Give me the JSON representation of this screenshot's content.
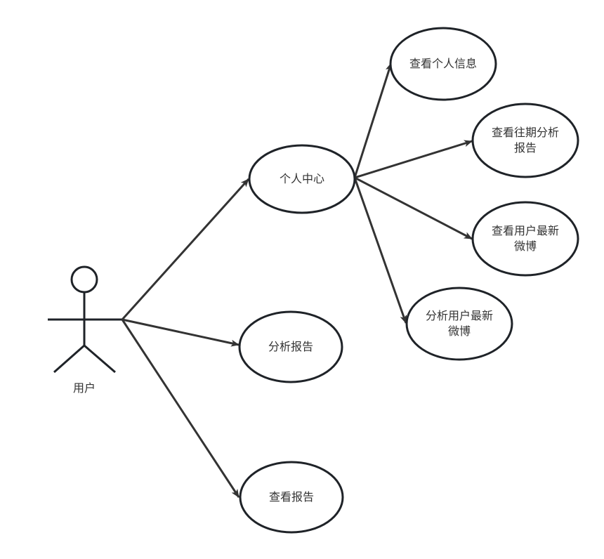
{
  "diagram": {
    "type": "use-case",
    "stroke_color": "#1f2328",
    "arrow_color": "#333333",
    "actor": {
      "label": "用户"
    },
    "use_cases": {
      "personal_center": "个人中心",
      "analysis_report": "分析报告",
      "view_report": "查看报告",
      "view_personal_info": "查看个人信息",
      "view_past_reports": "查看往期分析\n报告",
      "view_latest_weibo": "查看用户最新\n微博",
      "analyze_latest_weibo": "分析用户最新\n微博"
    },
    "relations": [
      {
        "from": "actor",
        "to": "personal_center"
      },
      {
        "from": "actor",
        "to": "analysis_report"
      },
      {
        "from": "actor",
        "to": "view_report"
      },
      {
        "from": "personal_center",
        "to": "view_personal_info"
      },
      {
        "from": "personal_center",
        "to": "view_past_reports"
      },
      {
        "from": "personal_center",
        "to": "view_latest_weibo"
      },
      {
        "from": "personal_center",
        "to": "analyze_latest_weibo"
      }
    ]
  }
}
